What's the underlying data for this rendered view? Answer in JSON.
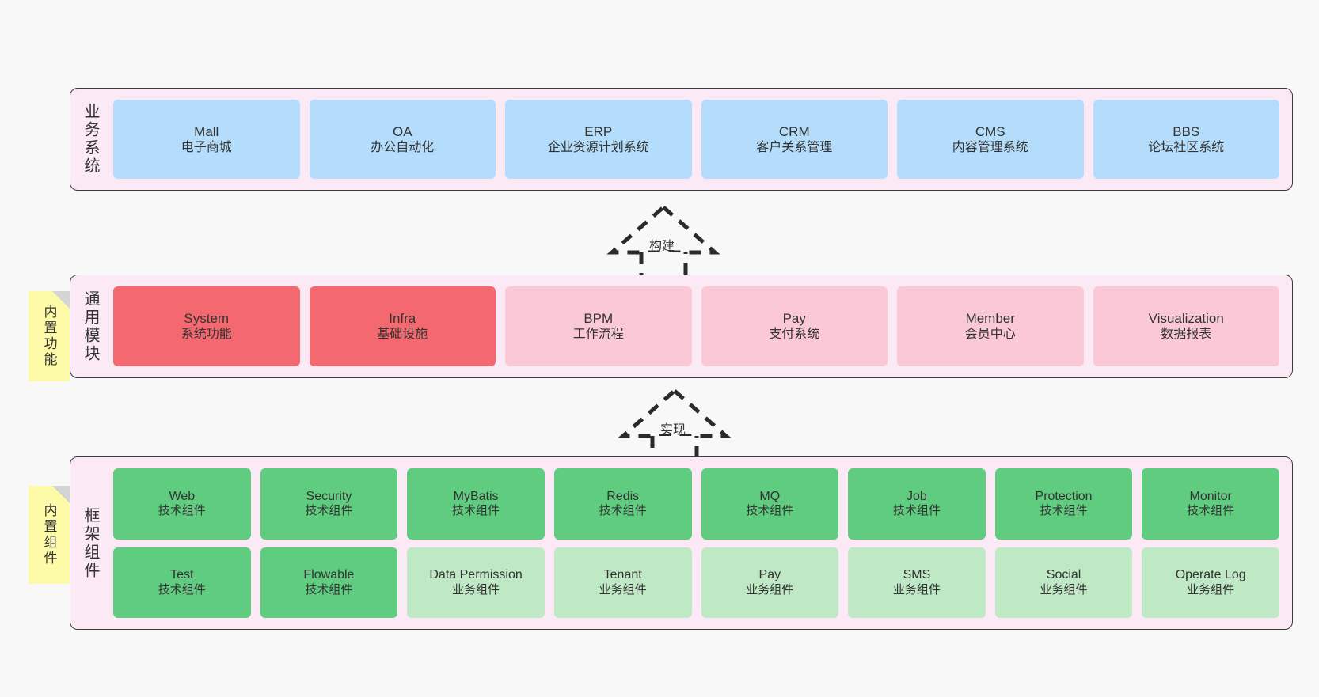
{
  "diagram": {
    "title": "架构图",
    "background": "#f8f8f8",
    "layer_fill": "#fbeaf5",
    "layer_stroke": "#3c3c3c",
    "sticky_fill": "#fdfaa8"
  },
  "layers": [
    {
      "id": "business",
      "title": "业务系统",
      "color": "#b3ddfb",
      "nodes": [
        {
          "name": "Mall",
          "desc": "电子商城",
          "color": "#b3ddfb"
        },
        {
          "name": "OA",
          "desc": "办公自动化",
          "color": "#b3ddfb"
        },
        {
          "name": "ERP",
          "desc": "企业资源计划系统",
          "color": "#b3ddfb"
        },
        {
          "name": "CRM",
          "desc": "客户关系管理",
          "color": "#b3ddfb"
        },
        {
          "name": "CMS",
          "desc": "内容管理系统",
          "color": "#b3ddfb"
        },
        {
          "name": "BBS",
          "desc": "论坛社区系统",
          "color": "#b3ddfb"
        }
      ]
    },
    {
      "id": "common",
      "title": "通用模块",
      "sticky": "内置功能",
      "nodes": [
        {
          "name": "System",
          "desc": "系统功能",
          "color": "#f4696f"
        },
        {
          "name": "Infra",
          "desc": "基础设施",
          "color": "#f4696f"
        },
        {
          "name": "BPM",
          "desc": "工作流程",
          "color": "#fbc9d5"
        },
        {
          "name": "Pay",
          "desc": "支付系统",
          "color": "#fbc9d5"
        },
        {
          "name": "Member",
          "desc": "会员中心",
          "color": "#fbc9d5"
        },
        {
          "name": "Visualization",
          "desc": "数据报表",
          "color": "#fbc9d5"
        }
      ]
    },
    {
      "id": "framework",
      "title": "框架组件",
      "sticky": "内置组件",
      "nodes": [
        {
          "name": "Web",
          "desc": "技术组件",
          "color": "#5fcc7f"
        },
        {
          "name": "Security",
          "desc": "技术组件",
          "color": "#5fcc7f"
        },
        {
          "name": "MyBatis",
          "desc": "技术组件",
          "color": "#5fcc7f"
        },
        {
          "name": "Redis",
          "desc": "技术组件",
          "color": "#5fcc7f"
        },
        {
          "name": "MQ",
          "desc": "技术组件",
          "color": "#5fcc7f"
        },
        {
          "name": "Job",
          "desc": "技术组件",
          "color": "#5fcc7f"
        },
        {
          "name": "Protection",
          "desc": "技术组件",
          "color": "#5fcc7f"
        },
        {
          "name": "Monitor",
          "desc": "技术组件",
          "color": "#5fcc7f"
        },
        {
          "name": "Test",
          "desc": "技术组件",
          "color": "#5fcc7f"
        },
        {
          "name": "Flowable",
          "desc": "技术组件",
          "color": "#5fcc7f"
        },
        {
          "name": "Data Permission",
          "desc": "业务组件",
          "color": "#bfe9c5"
        },
        {
          "name": "Tenant",
          "desc": "业务组件",
          "color": "#bfe9c5"
        },
        {
          "name": "Pay",
          "desc": "业务组件",
          "color": "#bfe9c5"
        },
        {
          "name": "SMS",
          "desc": "业务组件",
          "color": "#bfe9c5"
        },
        {
          "name": "Social",
          "desc": "业务组件",
          "color": "#bfe9c5"
        },
        {
          "name": "Operate Log",
          "desc": "业务组件",
          "color": "#bfe9c5"
        }
      ]
    }
  ],
  "connectors": [
    {
      "id": "build",
      "label": "构建",
      "from": "common",
      "to": "business"
    },
    {
      "id": "impl",
      "label": "实现",
      "from": "framework",
      "to": "common"
    }
  ]
}
